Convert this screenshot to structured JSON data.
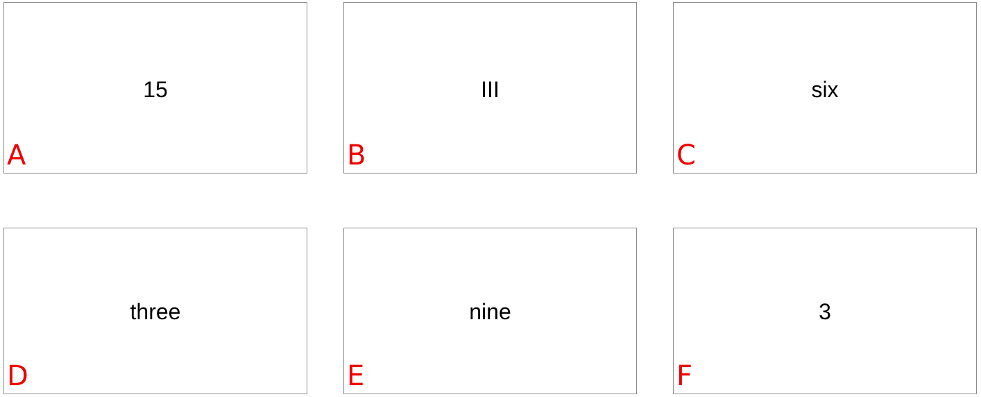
{
  "cards": [
    {
      "value": "15",
      "letter": "A"
    },
    {
      "value": "III",
      "letter": "B"
    },
    {
      "value": "six",
      "letter": "C"
    },
    {
      "value": "three",
      "letter": "D"
    },
    {
      "value": "nine",
      "letter": "E"
    },
    {
      "value": "3",
      "letter": "F"
    }
  ],
  "colors": {
    "letter": "#ee0000",
    "text": "#000000",
    "border": "#8c8c8c",
    "background": "#ffffff"
  }
}
